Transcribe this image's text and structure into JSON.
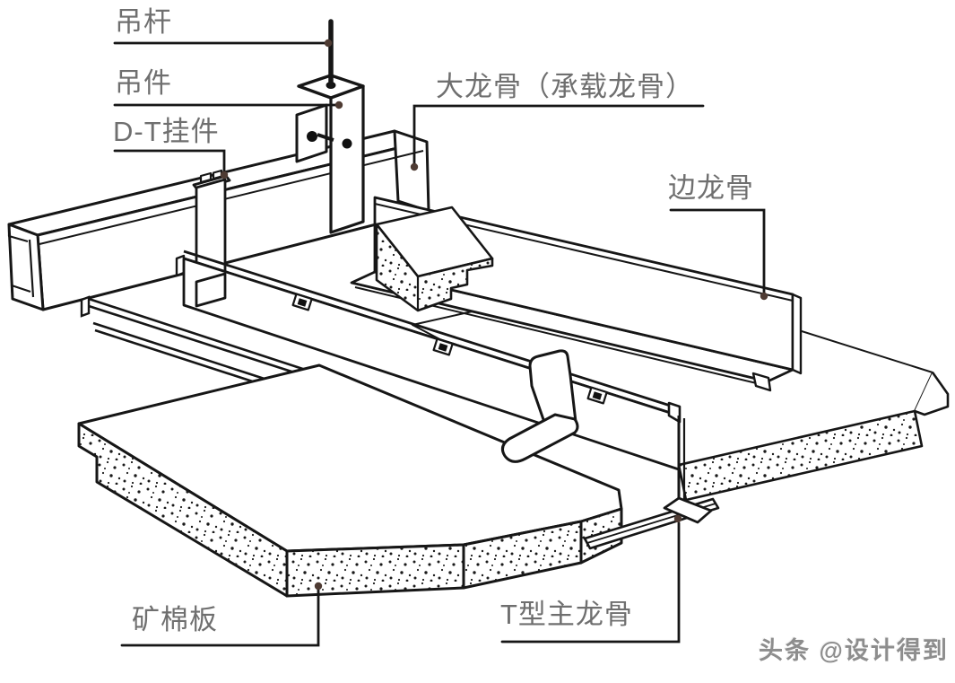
{
  "diagram": {
    "type": "isometric-construction-detail",
    "subject": "mineral wool board suspended ceiling keel system",
    "background": "#ffffff",
    "colors": {
      "line": "#161616",
      "label_text": "#6f6f6f",
      "leader_line": "#161616",
      "leader_dot": "#4e3b33",
      "bolt_dot": "#111111",
      "watermark_text": "#8d8d8d"
    },
    "labels": {
      "hanging_rod": "吊杆",
      "hanger": "吊件",
      "dt_clip": "D-T挂件",
      "main_carrying_keel": "大龙骨（承载龙骨）",
      "edge_keel": "边龙骨",
      "mineral_wool_board": "矿棉板",
      "t_main_keel": "T型主龙骨"
    },
    "watermark": "头条 @设计得到"
  }
}
